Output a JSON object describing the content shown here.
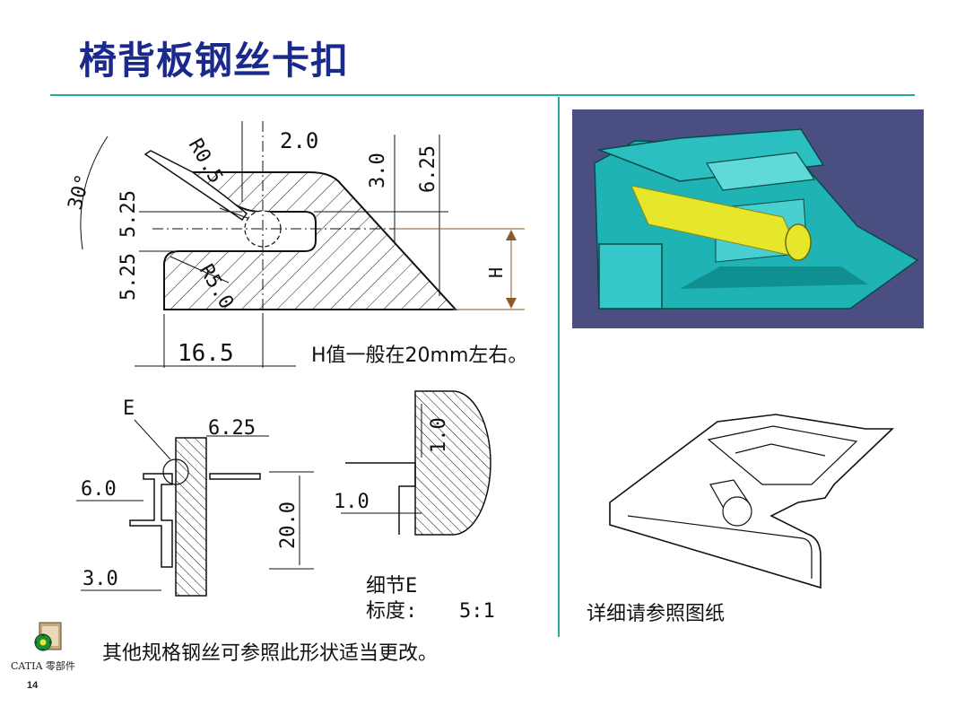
{
  "slide": {
    "title": "椅背板钢丝卡扣",
    "page_number": "14"
  },
  "notes": {
    "h_value": "H值一般在20mm左右。",
    "see_drawing": "详细请参照图纸",
    "other_sizes": "其他规格钢丝可参照此形状适当更改。"
  },
  "catia": {
    "icon": "catia-part-icon",
    "label": "CATIA 零部件"
  },
  "top_drawing": {
    "angle": "30°",
    "dims": [
      "R0.5",
      "2.0",
      "3.0",
      "6.25",
      "5.25",
      "5.25",
      "R5.0",
      "16.5",
      "H"
    ]
  },
  "front_view": {
    "dims": [
      "E",
      "6.25",
      "6.0",
      "20.0",
      "3.0"
    ]
  },
  "detail_view": {
    "dims": [
      "1.0",
      "1.0"
    ],
    "label": "细节E",
    "scale_label": "标度:",
    "scale_value": "5:1"
  },
  "colors": {
    "accent_line": "#2aa89a",
    "title_text": "#1a2a8c",
    "render_background": "#4b4e80",
    "part_teal": "#1fb3b3",
    "wire_yellow": "#e6e62a",
    "dimension_brown": "#8a5a2a"
  }
}
